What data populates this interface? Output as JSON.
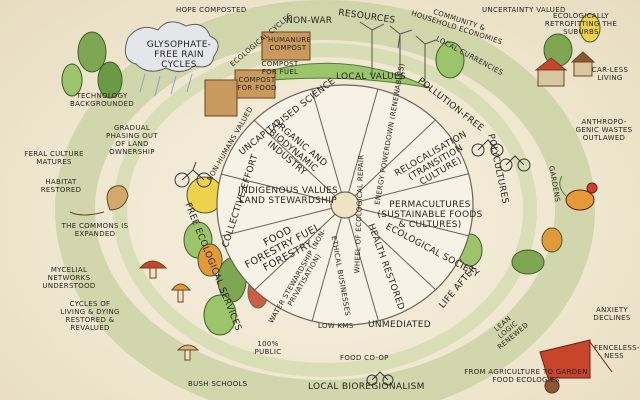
{
  "colors": {
    "paper": "#f3ecd9",
    "ink": "#2a2520",
    "green_dark": "#4f7d3a",
    "green_light": "#9cc46a",
    "yellow": "#f1d04a",
    "orange": "#e59a3a",
    "red": "#c8452b",
    "brown": "#8a5a2f",
    "blue": "#7fa9c9",
    "grey": "#a7a9ad"
  },
  "labels": {
    "hope_composted": "HOPE COMPOSTED",
    "uncertainty_valued": "UNCERTAINTY VALUED",
    "glysophate": "GLYSOPHATE-FREE RAIN CYCLES",
    "ecological_cycles": "ECOLOGICAL CYCLES",
    "non_war": "NON-WAR",
    "resources": "RESOURCES",
    "community_household": "COMMUNITY & HOUSEHOLD ECONOMIES",
    "local_currencies": "LOCAL CURRENCIES",
    "eco_retrofit": "ECOLOGICALLY RETROFITTING THE SUBURBS",
    "humanure": "HUMANURE COMPOST",
    "compost_fuel": "COMPOST FOR FUEL",
    "compost_food": "COMPOST FOR FOOD",
    "technology": "TECHNOLOGY BACKGROUNDED",
    "gradual_phasing": "GRADUAL PHASING OUT OF LAND OWNERSHIP",
    "non_humans": "NON-HUMANS VALUED",
    "uncap_science": "UNCAPITALISED SCIENCE",
    "local_values": "LOCAL VALUES",
    "pollution_free": "POLLUTION-FREE",
    "car_less": "CAR-LESS LIVING",
    "feral_culture": "FERAL CULTURE MATURES",
    "organic": "ORGANIC AND BIODYNAMIC INDUSTRY",
    "energy_powerdown": "ENERGY POWERDOWN (RENEWABLES)",
    "relocalisation": "RELOCALISATION (TRANSITION CULTURE)",
    "polycultures": "POLYCULTURES",
    "anthropogenic": "ANTHROPO-GENIC WASTES OUTLAWED",
    "habitat": "HABITAT RESTORED",
    "collective": "COLLECTIVE EFFORT",
    "wheel": "WHEEL OF ECOLOGICAL REPAIR",
    "gardens": "GARDENS",
    "indigenous": "INDIGENOUS VALUES LAND STEWARDSHIP",
    "permacultures": "PERMACULTURES (SUSTAINABLE FOODS & CULTURES)",
    "commons": "THE COMMONS IS EXPANDED",
    "free_eco": "FREE ECOLOGICAL SERVICES",
    "food_forestry": "FOOD FORESTRY FUEL FORESTRY",
    "health": "HEALTH RESTORED",
    "eco_society": "ECOLOGICAL SOCIETY",
    "mycelial": "MYCELIAL NETWORKS UNDERSTOOD",
    "water": "WATER STEWARDSHIP (NON-PRIVATISATION)",
    "ethical": "ETHICAL BUSINESSES",
    "life_after": "LIFE AFTER",
    "cycles_living": "CYCLES OF LIVING & DYING RESTORED & REVALUED",
    "low_kms": "LOW KMS",
    "unmediated": "UNMEDIATED",
    "lean_logic": "LEAN LOGIC RENEWED",
    "anxiety": "ANXIETY DECLINES",
    "hundred_percent": "100% PUBLIC",
    "food_coop": "FOOD CO-OP",
    "fenceless": "FENCELESS-NESS",
    "bush_schools": "BUSH SCHOOLS",
    "bioregionalism": "LOCAL BIOREGIONALISM",
    "agriculture": "FROM AGRICULTURE TO GARDEN FOOD ECOLOGIES"
  }
}
